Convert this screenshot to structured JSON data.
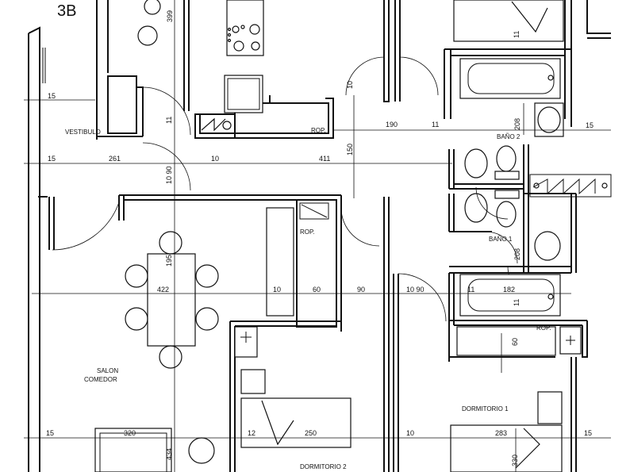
{
  "plan": {
    "unit_code": "3B",
    "rooms": {
      "vestibulo": "VESTIBULO",
      "salon_line1": "SALON",
      "salon_line2": "COMEDOR",
      "bano2": "BAÑO 2",
      "bano1": "BAÑO 1",
      "dormitorio1": "DORMITORIO 1",
      "dormitorio2": "DORMITORIO 2",
      "rop_top": "ROP.",
      "rop_mid": "ROP.",
      "rop_right": "ROP."
    },
    "dimensions": {
      "d399": "399",
      "d15_a": "15",
      "d11_a": "11",
      "d10_a": "10",
      "d208_a": "208",
      "d190": "190",
      "d11_b": "11",
      "d15_b": "15",
      "d150": "150",
      "d15_c": "15",
      "d261": "261",
      "d10_b": "10",
      "d411": "411",
      "d10_90_a": "10 90",
      "d195": "195",
      "d422": "422",
      "d10_c": "10",
      "d60_a": "60",
      "d90": "90",
      "d10_90_b": "10 90",
      "d11_c": "11",
      "d182": "182",
      "d11_d": "11",
      "d208_b": "208",
      "d60_b": "60",
      "d11_e": "11",
      "d15_d": "15",
      "d320": "320",
      "d434": "434",
      "d12": "12",
      "d250": "250",
      "d10_d": "10",
      "d283": "283",
      "d15_e": "15",
      "d330": "330"
    }
  }
}
